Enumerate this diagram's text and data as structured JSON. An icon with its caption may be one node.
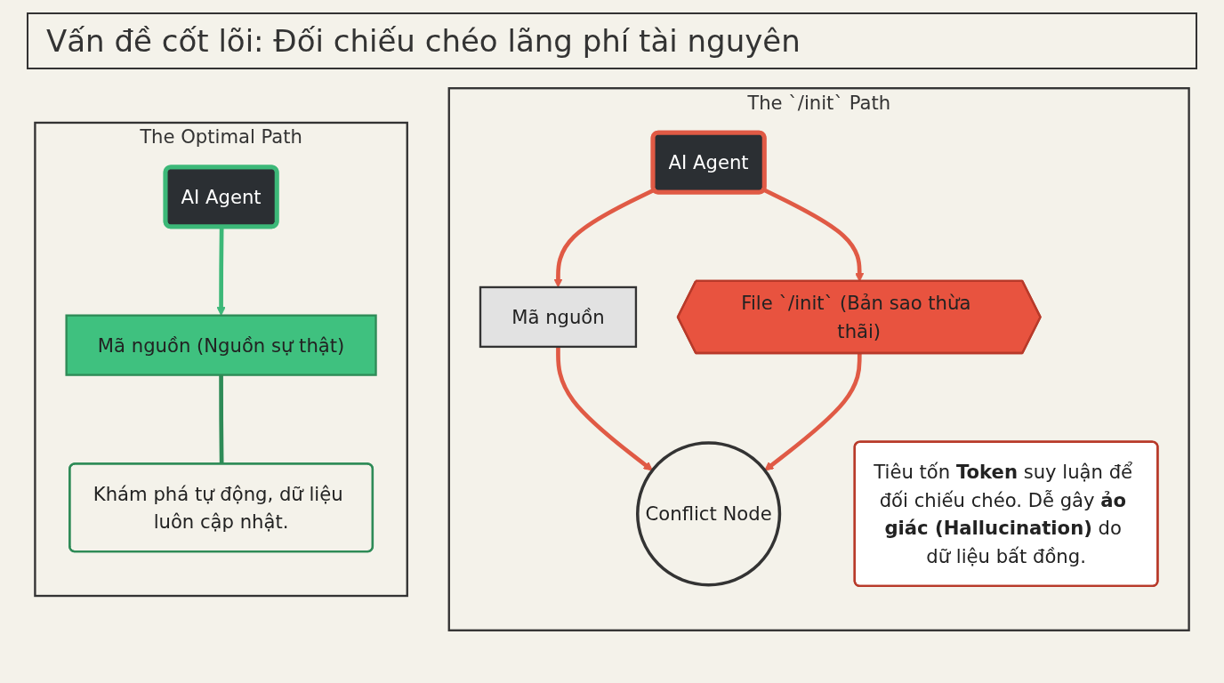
{
  "diagram": {
    "title": "Vấn đề cốt lõi: Đối chiếu chéo lãng phí tài nguyên",
    "nodes": [
      {
        "text": [
          "The Optimal Path"
        ]
      },
      {
        "text": [
          "AI Agent"
        ],
        "in": 0
      },
      {
        "text": [
          "Mã nguồn (Nguồn sự thật)"
        ],
        "in": 0
      },
      {
        "text": [
          "Khám phá tự động, dữ liệu luôn cập nhật."
        ],
        "in": 0
      },
      {
        "text": [
          "The `/init` Path"
        ]
      },
      {
        "text": [
          "AI Agent"
        ],
        "in": 4
      },
      {
        "text": [
          "Mã nguồn"
        ],
        "in": 4
      },
      {
        "text": [
          "File `/init` (Bản sao thừa thãi)"
        ],
        "in": 4
      },
      {
        "text": [
          "Conflict Node"
        ],
        "in": 4
      },
      {
        "text": [
          "Tiêu tốn **Token** suy luận để đối chiếu chéo. Dễ gây **ảo giác (Hallucination)** do dữ liệu bất đồng."
        ],
        "in": 4
      }
    ],
    "edges": [
      {
        "from": 1,
        "to": 2,
        "arrow": "to",
        "color": "#3cb878"
      },
      {
        "from": 2,
        "to": 3,
        "arrow": "none",
        "color": "#2e8b57"
      },
      {
        "from": 5,
        "to": 6,
        "arrow": "to"
      },
      {
        "from": 5,
        "to": 7,
        "arrow": "to"
      },
      {
        "from": 6,
        "to": 8,
        "arrow": "to"
      },
      {
        "from": 7,
        "to": 8,
        "arrow": "to"
      }
    ]
  }
}
